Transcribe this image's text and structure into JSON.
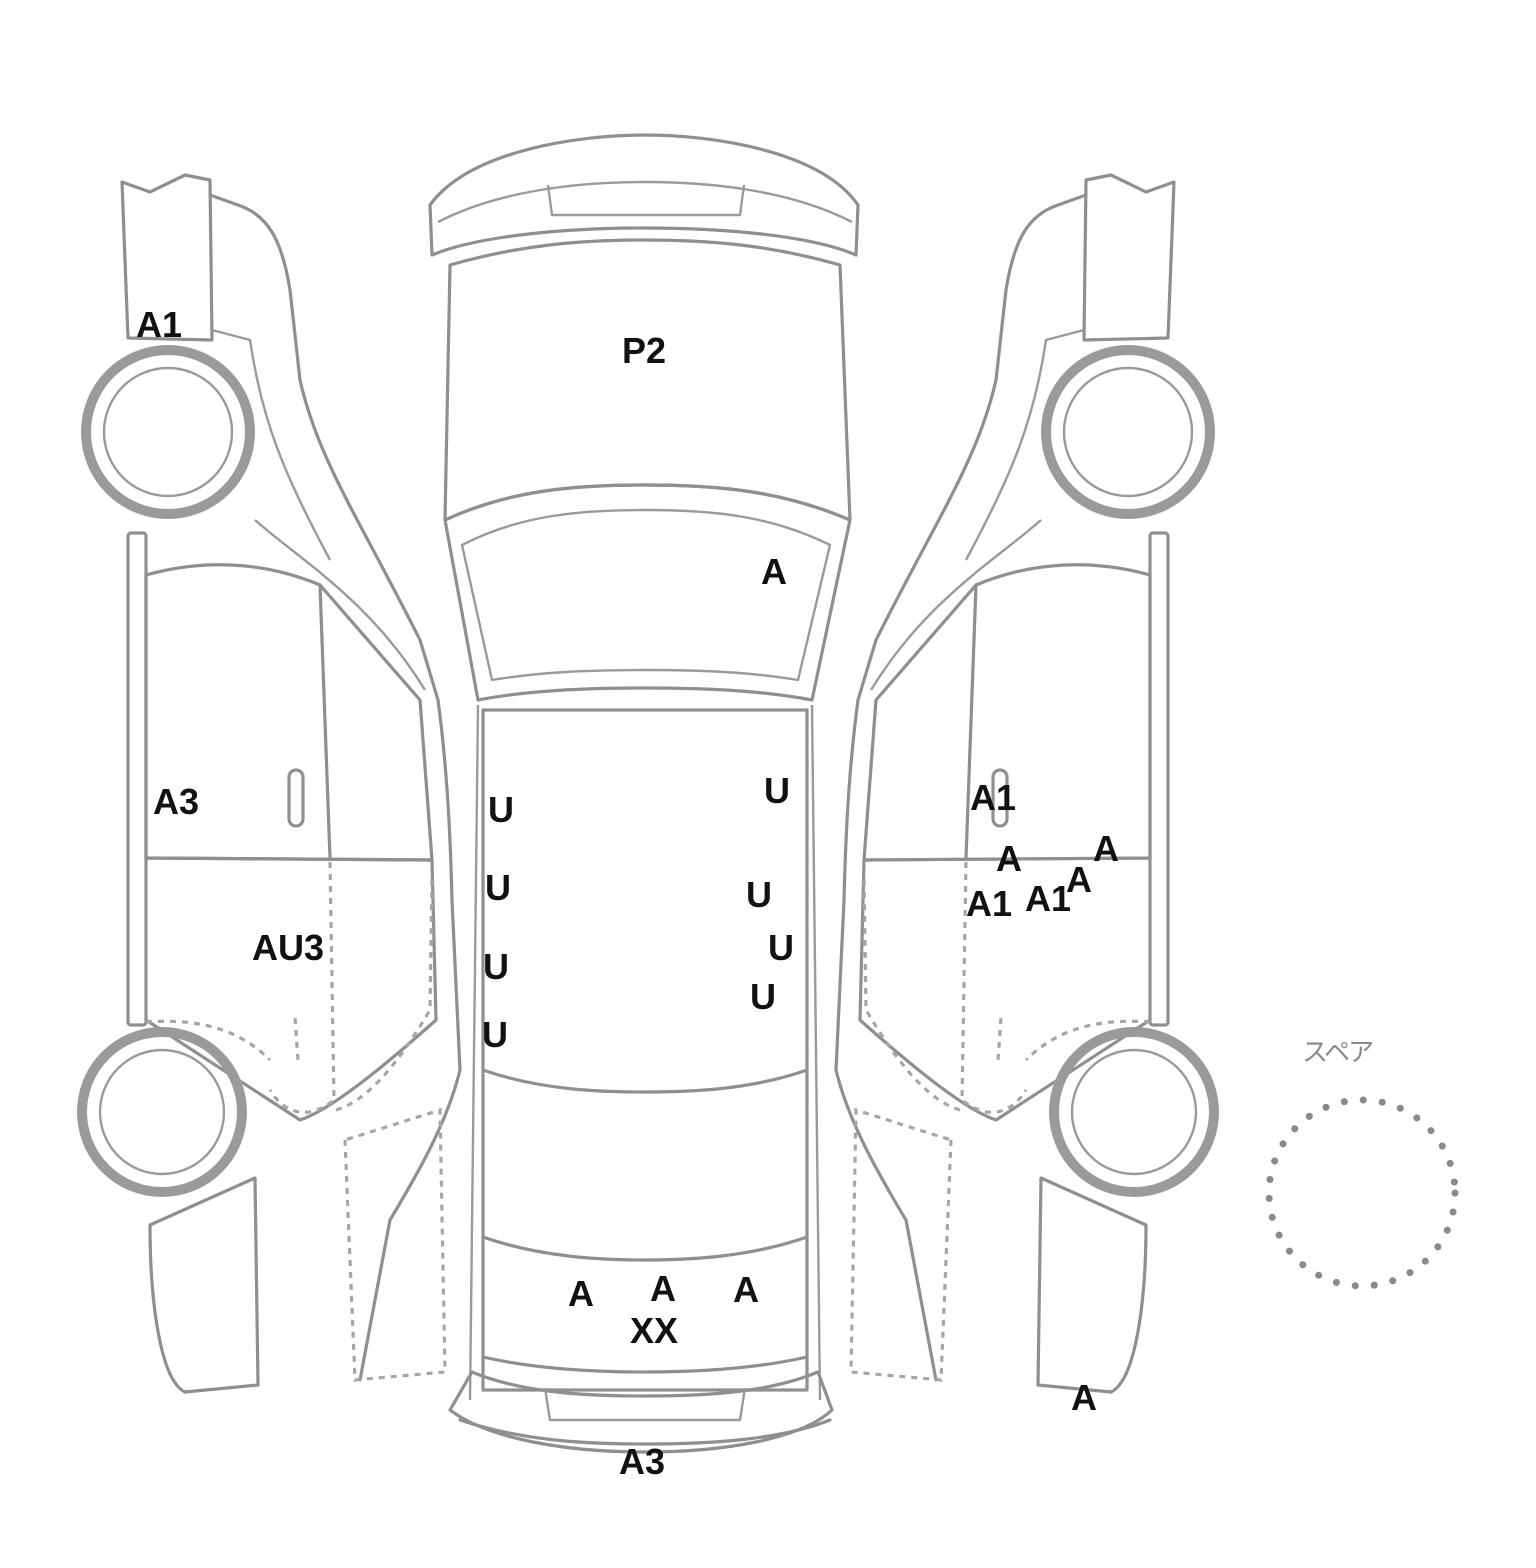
{
  "spare_label": "スペア",
  "marks": {
    "left_fender": "A1",
    "left_front_door": "A3",
    "left_rear_door": "AU3",
    "hood": "P2",
    "windshield": "A",
    "roof_left_1": "U",
    "roof_left_2": "U",
    "roof_left_3": "U",
    "roof_left_4": "U",
    "roof_right_1": "U",
    "roof_right_2": "U",
    "roof_right_3": "U",
    "roof_right_4": "U",
    "trunk_a1": "A",
    "trunk_a2": "A",
    "trunk_a3": "A",
    "trunk_xx": "XX",
    "rear_bumper": "A3",
    "right_front_door": "A1",
    "right_door_a1": "A",
    "right_door_a2": "A",
    "right_door_a3": "A",
    "right_door_a1_2": "A1",
    "right_door_a1_3": "A1",
    "right_rear_quarter": "A"
  }
}
